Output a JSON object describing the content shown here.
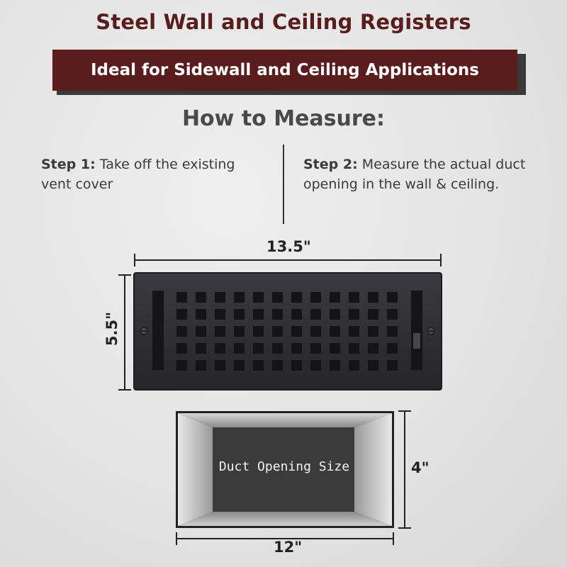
{
  "header": {
    "title": "Steel Wall and Ceiling Registers",
    "banner": "Ideal for Sidewall and Ceiling Applications",
    "subtitle": "How to Measure:"
  },
  "steps": [
    {
      "label": "Step 1:",
      "text": "Take off the existing vent cover"
    },
    {
      "label": "Step 2:",
      "text": "Measure the actual duct opening in the wall & ceiling."
    }
  ],
  "register": {
    "width_label": "13.5\"",
    "height_label": "5.5\"",
    "grille_rows": 5,
    "grille_cols": 12
  },
  "duct": {
    "label": "Duct Opening Size",
    "width_label": "12\"",
    "height_label": "4\""
  },
  "colors": {
    "brand": "#5a1d1d",
    "register": "#2e2e32",
    "duct_inner": "#3a3a3a"
  }
}
